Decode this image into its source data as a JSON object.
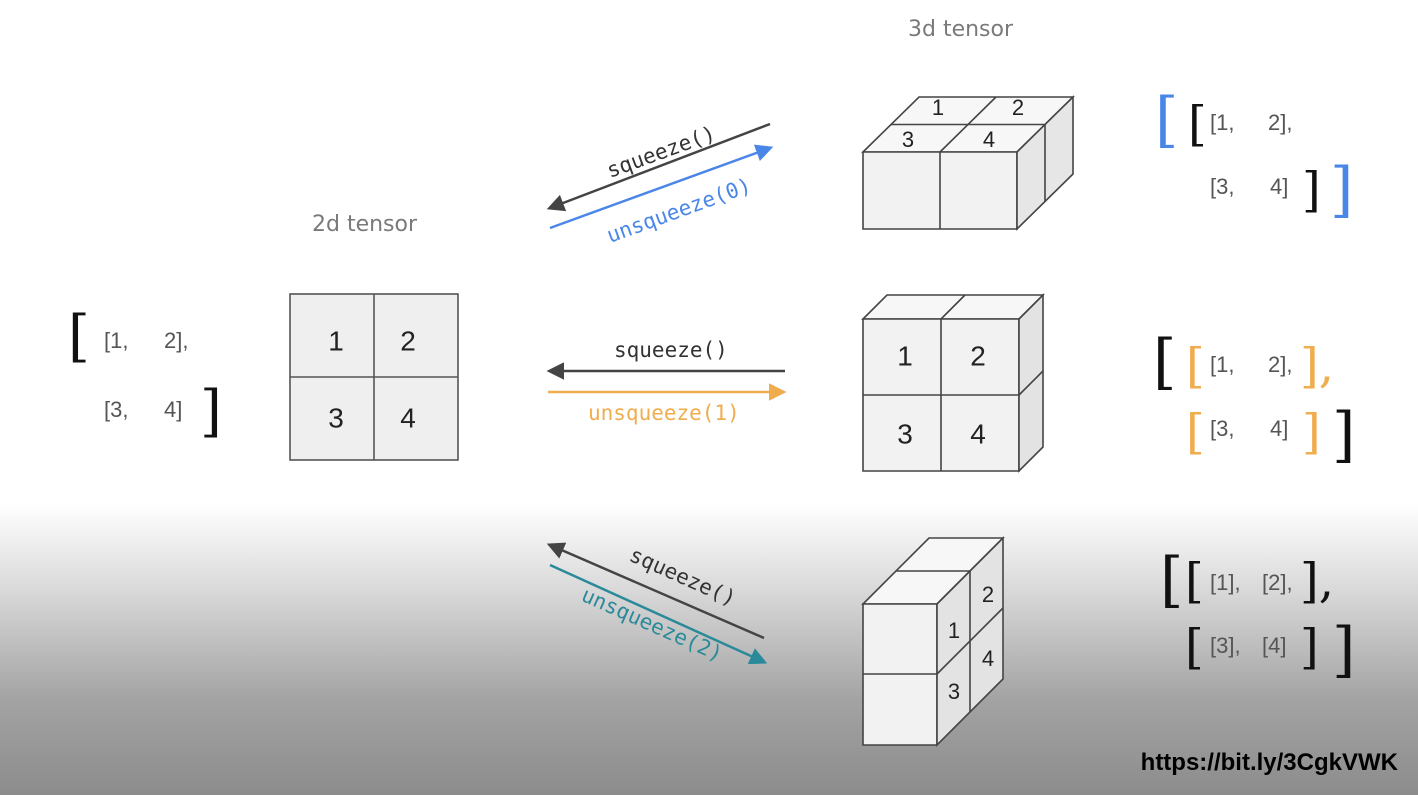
{
  "titles": {
    "tensor_2d": "2d tensor",
    "tensor_3d": "3d tensor"
  },
  "colors": {
    "dim0": "#4a86e8",
    "dim1": "#f0ad4e",
    "dim2": "#2a8a9a",
    "squeeze": "#444444"
  },
  "tensor_2d": {
    "cells": [
      "1",
      "2",
      "3",
      "4"
    ],
    "matrix": {
      "row1_a": "[1,",
      "row1_b": "2],",
      "row2_a": "[3,",
      "row2_b": "4]"
    }
  },
  "arrows": {
    "dim0": {
      "squeeze": "squeeze()",
      "unsqueeze": "unsqueeze(0)"
    },
    "dim1": {
      "squeeze": "squeeze()",
      "unsqueeze": "unsqueeze(1)"
    },
    "dim2": {
      "squeeze": "squeeze()",
      "unsqueeze": "unsqueeze(2)"
    }
  },
  "cube0": {
    "labels": [
      "1",
      "2",
      "3",
      "4"
    ],
    "matrix": {
      "row1_a": "[1,",
      "row1_b": "2],",
      "row2_a": "[3,",
      "row2_b": "4]"
    }
  },
  "cube1": {
    "labels": [
      "1",
      "2",
      "3",
      "4"
    ],
    "matrix": {
      "row1_a": "[1,",
      "row1_b": "2],",
      "row1_end": "],",
      "row2_a": "[3,",
      "row2_b": "4]"
    }
  },
  "cube2": {
    "labels": [
      "1",
      "2",
      "3",
      "4"
    ],
    "matrix": {
      "row1_a": "[1],",
      "row1_b": "[2],",
      "row1_end": "],",
      "row2_a": "[3],",
      "row2_b": "[4]"
    }
  },
  "footer": {
    "url": "https://bit.ly/3CgkVWK"
  }
}
